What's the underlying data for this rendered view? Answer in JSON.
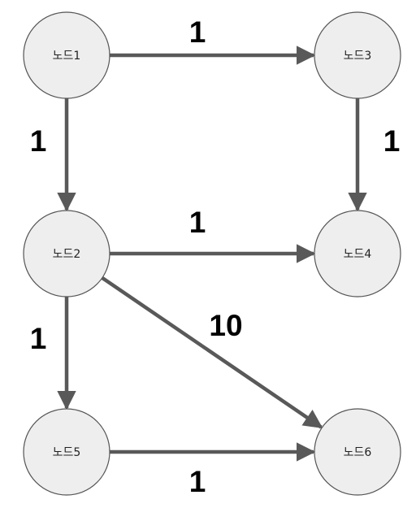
{
  "colors": {
    "node_fill": "#eeeeee",
    "node_stroke": "#555555",
    "edge": "#595959",
    "weight_text": "#000000",
    "background": "#ffffff"
  },
  "nodes": [
    {
      "id": "n1",
      "label": "노드1"
    },
    {
      "id": "n2",
      "label": "노드2"
    },
    {
      "id": "n3",
      "label": "노드3"
    },
    {
      "id": "n4",
      "label": "노드4"
    },
    {
      "id": "n5",
      "label": "노드5"
    },
    {
      "id": "n6",
      "label": "노드6"
    }
  ],
  "edges": [
    {
      "id": "e13",
      "from": "n1",
      "to": "n3",
      "weight": "1"
    },
    {
      "id": "e12",
      "from": "n1",
      "to": "n2",
      "weight": "1"
    },
    {
      "id": "e34",
      "from": "n3",
      "to": "n4",
      "weight": "1"
    },
    {
      "id": "e24",
      "from": "n2",
      "to": "n4",
      "weight": "1"
    },
    {
      "id": "e26",
      "from": "n2",
      "to": "n6",
      "weight": "10"
    },
    {
      "id": "e25",
      "from": "n2",
      "to": "n5",
      "weight": "1"
    },
    {
      "id": "e56",
      "from": "n5",
      "to": "n6",
      "weight": "1"
    }
  ]
}
